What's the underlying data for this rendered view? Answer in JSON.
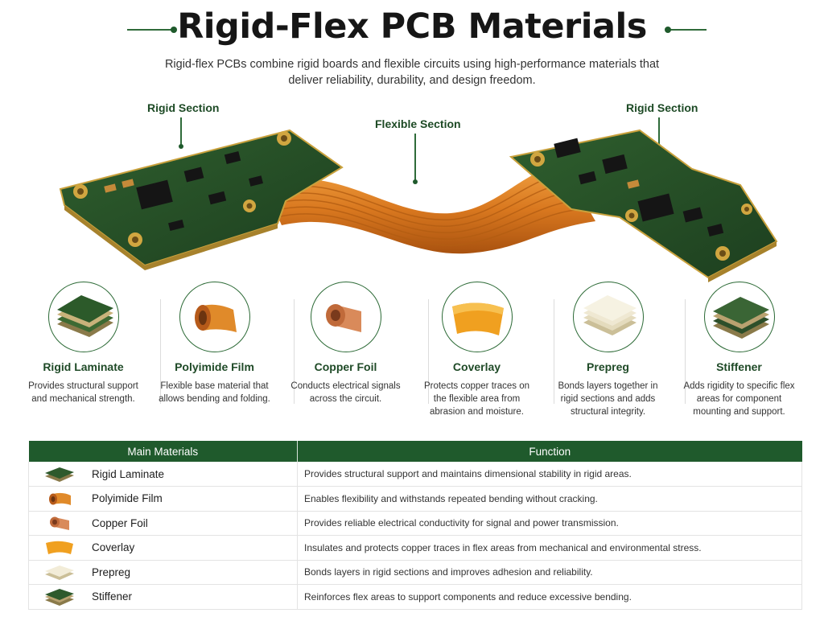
{
  "title": "Rigid-Flex PCB Materials",
  "subtitle": "Rigid-flex PCBs combine rigid boards and flexible circuits using high-performance materials that deliver reliability, durability, and design freedom.",
  "callouts": {
    "rigid_left": "Rigid Section",
    "flexible": "Flexible Section",
    "rigid_right": "Rigid Section"
  },
  "materials": [
    {
      "name": "Rigid Laminate",
      "desc": "Provides structural support and mechanical strength.",
      "icon": "rigid-laminate-icon"
    },
    {
      "name": "Polyimide Film",
      "desc": "Flexible base material that allows bending and folding.",
      "icon": "polyimide-film-icon"
    },
    {
      "name": "Copper Foil",
      "desc": "Conducts electrical signals across the circuit.",
      "icon": "copper-foil-icon"
    },
    {
      "name": "Coverlay",
      "desc": "Protects copper traces on the flexible area from abrasion and moisture.",
      "icon": "coverlay-icon"
    },
    {
      "name": "Prepreg",
      "desc": "Bonds layers together in rigid sections and adds structural integrity.",
      "icon": "prepreg-icon"
    },
    {
      "name": "Stiffener",
      "desc": "Adds rigidity to specific flex areas for component mounting and support.",
      "icon": "stiffener-icon"
    }
  ],
  "table": {
    "headers": [
      "Main Materials",
      "Function"
    ],
    "rows": [
      {
        "material": "Rigid Laminate",
        "function": "Provides structural support and maintains dimensional stability in rigid areas."
      },
      {
        "material": "Polyimide Film",
        "function": "Enables flexibility and withstands repeated bending without cracking."
      },
      {
        "material": "Copper Foil",
        "function": "Provides reliable electrical conductivity for signal and power transmission."
      },
      {
        "material": "Coverlay",
        "function": "Insulates and protects copper traces in flex areas from mechanical and environmental stress."
      },
      {
        "material": "Prepreg",
        "function": "Bonds layers in rigid sections and improves adhesion and reliability."
      },
      {
        "material": "Stiffener",
        "function": "Reinforces flex areas to support components and reduce excessive bending."
      }
    ]
  },
  "colors": {
    "accent": "#1f5a2c",
    "pcb_green": "#244d27",
    "flex_orange": "#d9781f",
    "copper": "#c9743e",
    "gold": "#d1a640"
  }
}
